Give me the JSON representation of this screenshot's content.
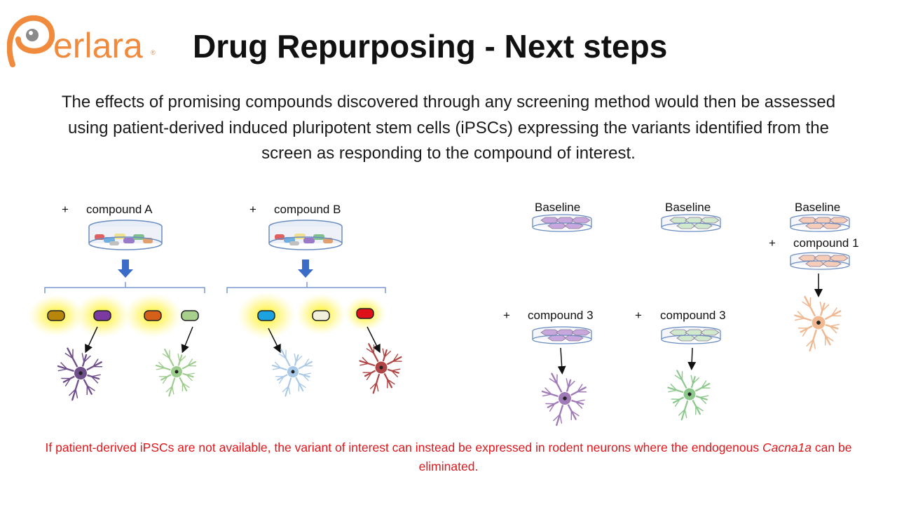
{
  "brand": {
    "logo_text": "Perlara",
    "logo_color": "#f08a3c"
  },
  "slide": {
    "title": "Drug Repurposing - Next steps",
    "intro": "The effects of promising compounds discovered through any screening method would then be assessed using patient-derived induced pluripotent stem cells (iPSCs) expressing the variants identified from the screen as responding to the compound of interest."
  },
  "left_panel": {
    "plus": "+",
    "group_a_label": "compound A",
    "group_b_label": "compound B",
    "group_a_capsules": [
      "#b8860b",
      "#7b3aa0",
      "#d4601a",
      "#a8d08d"
    ],
    "group_b_capsules": [
      "#1aa3e0",
      "#f0f0dc",
      "#e0101a"
    ],
    "group_a_neurons": [
      "#6e4f8a",
      "#9ccc8c"
    ],
    "group_b_neurons": [
      "#a8c8e8",
      "#b04444"
    ]
  },
  "right_panel": {
    "baseline_label": "Baseline",
    "plus": "+",
    "compound_1_label": "compound 1",
    "compound_3_label": "compound 3",
    "dish_colors": [
      "#c8a8dc",
      "#d0e8cc",
      "#f4ccb8"
    ],
    "neuron_colors": [
      "#a07ab8",
      "#8cc88c",
      "#f0b890"
    ]
  },
  "footnote": {
    "before": "If patient-derived iPSCs are not available, the variant of interest can instead be expressed in rodent neurons where the endogenous ",
    "gene": "Cacna1a",
    "after": " can be eliminated."
  },
  "colors": {
    "footnote": "#e0161b",
    "arrow_blue": "#3a6cc8",
    "bracket": "#7a9ad0",
    "glow": "#fff200"
  }
}
